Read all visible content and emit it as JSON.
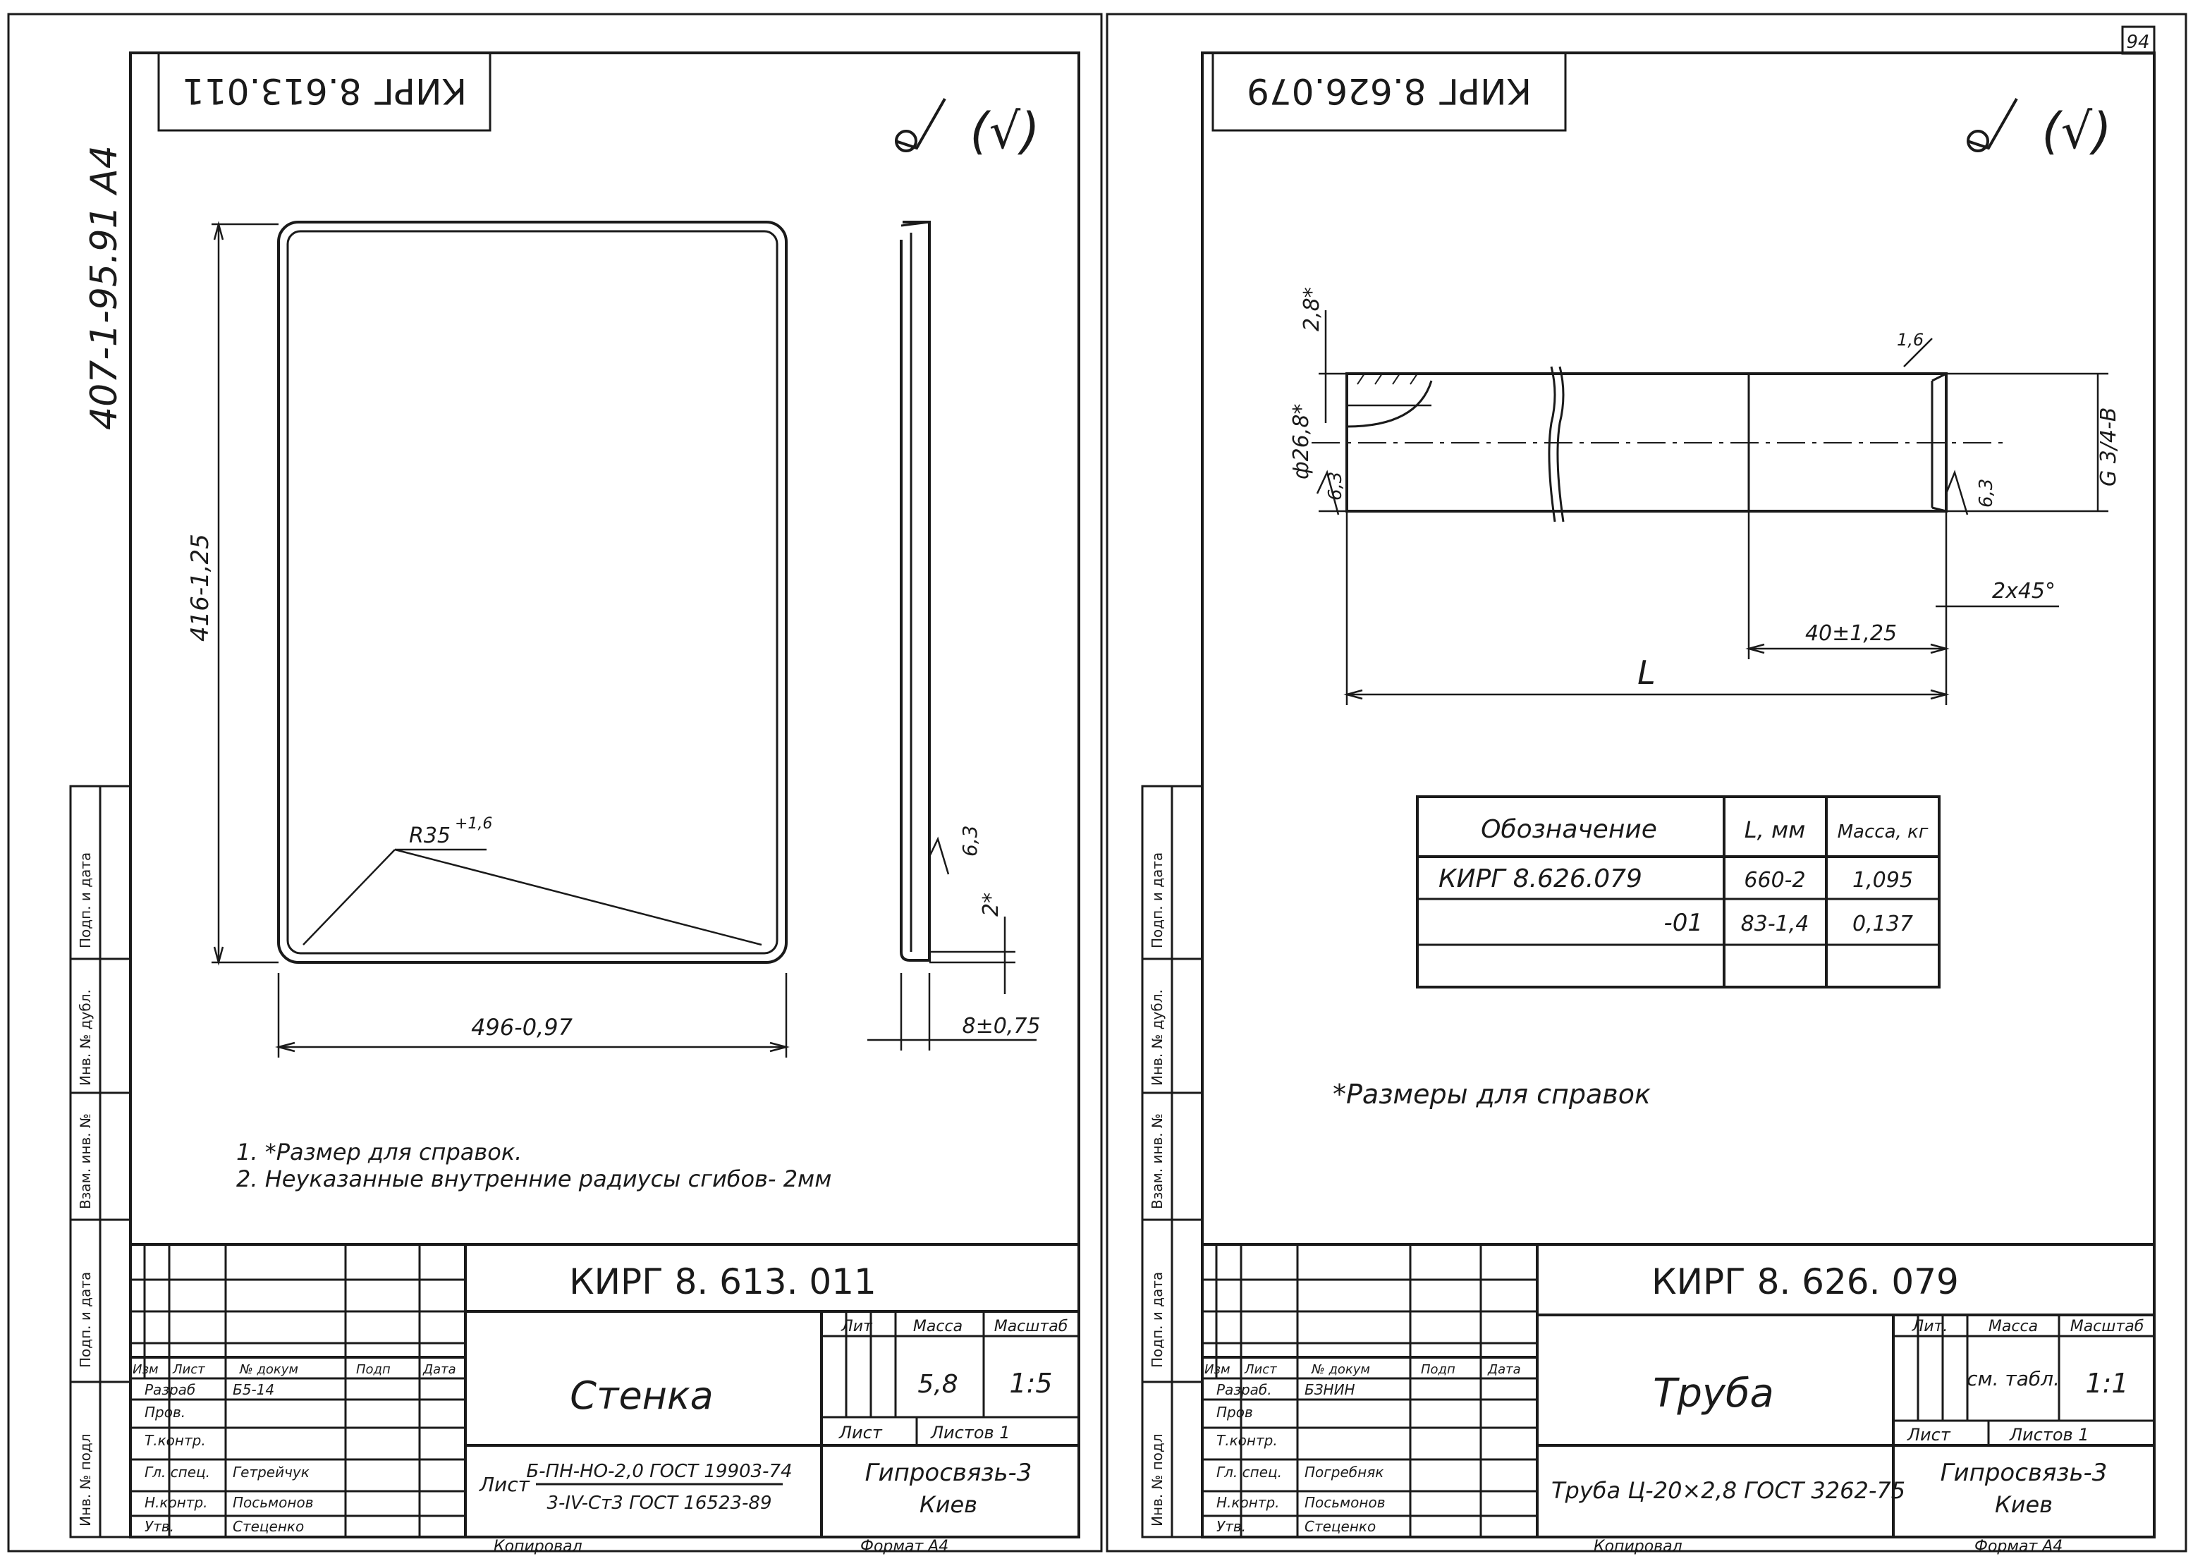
{
  "page_number": "94",
  "side_code": "407-1-95.91   A4",
  "left": {
    "mirrored_code": "КИРГ 8.613.011",
    "roughness": "(√)",
    "dim_height": "416-1,25",
    "dim_radius": "R35",
    "dim_radius_tol": "+1,6",
    "dim_width": "496-0,97",
    "dim_rough": "6,3",
    "dim_thick": "2*",
    "dim_depth": "8±0,75",
    "notes": [
      "1. *Размер для справок.",
      "2. Неуказанные внутренние радиусы сгибов- 2мм"
    ],
    "title_code": "КИРГ 8. 613. 011",
    "part_name": "Стенка",
    "col_lit": "Лит",
    "col_mass": "Масса",
    "col_scale": "Масштаб",
    "mass": "5,8",
    "scale": "1:5",
    "sheet_label": "Лист",
    "sheets_label": "Листов 1",
    "material_prefix": "Лист",
    "material_top": "Б-ПН-НО-2,0 ГОСТ 19903-74",
    "material_bottom": "3-IV-Ст3 ГОСТ 16523-89",
    "org_name": "Гипросвязь-3",
    "org_city": "Киев",
    "header_row": [
      "Изм",
      "Лист",
      "№ докум",
      "Подп",
      "Дата"
    ],
    "roles": [
      "Разраб",
      "Пров.",
      "Т.контр.",
      "Гл. спец.",
      "Н.контр.",
      "Утв."
    ],
    "names": [
      "Б5-14",
      "",
      "",
      "Гетрейчук",
      "Посьмонов",
      "Стеценко"
    ],
    "copied": "Копировал",
    "format": "Формат А4"
  },
  "right": {
    "mirrored_code": "КИРГ 8.626.079",
    "roughness": "(√)",
    "dim_wall": "2,8*",
    "dim_diam": "ф26,8*",
    "dim_rough_left": "6,3",
    "dim_rough_small": "1,6",
    "dim_rough_right": "6,3",
    "dim_thread": "G 3/4-В",
    "dim_chamfer": "2х45°",
    "dim_thread_len": "40±1,25",
    "dim_length": "L",
    "table_headers": [
      "Обозначение",
      "L, мм",
      "Масса, кг"
    ],
    "table_rows": [
      [
        "КИРГ 8.626.079",
        "660-2",
        "1,095"
      ],
      [
        "-01",
        "83-1,4",
        "0,137"
      ]
    ],
    "note": "*Размеры для справок",
    "title_code": "КИРГ 8. 626. 079",
    "part_name": "Труба",
    "col_lit": "Лит.",
    "col_mass": "Масса",
    "col_scale": "Масштаб",
    "mass": "см. табл.",
    "scale": "1:1",
    "sheet_label": "Лист",
    "sheets_label": "Листов 1",
    "material": "Труба Ц-20×2,8 ГОСТ 3262-75",
    "org_name": "Гипросвязь-3",
    "org_city": "Киев",
    "header_row": [
      "Изм",
      "Лист",
      "№ докум",
      "Подп",
      "Дата"
    ],
    "roles": [
      "Разраб.",
      "Пров",
      "Т.контр.",
      "Гл. спец.",
      "Н.контр.",
      "Утв."
    ],
    "names": [
      "БЗНИН",
      "",
      "",
      "Погребняк",
      "Посьмонов",
      "Стеценко"
    ],
    "copied": "Копировал",
    "format": "Формат А4"
  },
  "side_stamp_labels": [
    "Инв. № подл",
    "Подп. и дата",
    "Взам. инв. №",
    "Инв. № дубл.",
    "Подп. и дата"
  ]
}
